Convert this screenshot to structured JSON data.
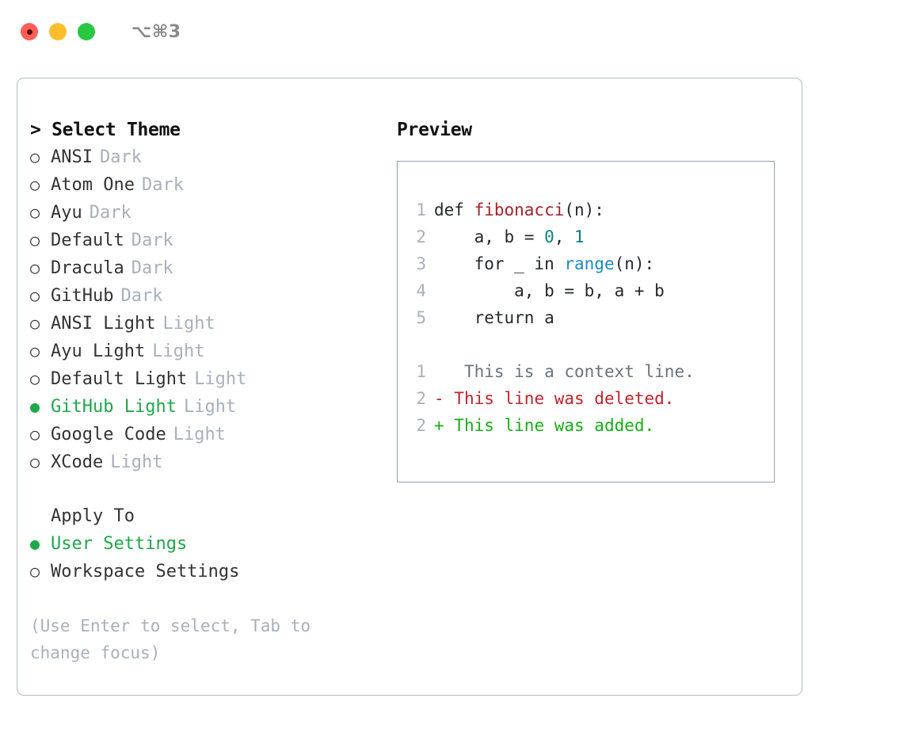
{
  "titlebar": {
    "shortcut": "⌥⌘3",
    "dots": [
      {
        "name": "close",
        "color": "#ff5f57"
      },
      {
        "name": "minimize",
        "color": "#ffbd2e"
      },
      {
        "name": "maximize",
        "color": "#28c840"
      }
    ]
  },
  "theme_picker": {
    "prompt": ">",
    "title": "Select Theme",
    "selected_index": 9,
    "bullet_selected": "●",
    "bullet_unselected": "○",
    "items": [
      {
        "label": "ANSI",
        "tag": "Dark",
        "selected": false
      },
      {
        "label": "Atom One",
        "tag": "Dark",
        "selected": false
      },
      {
        "label": "Ayu",
        "tag": "Dark",
        "selected": false
      },
      {
        "label": "Default",
        "tag": "Dark",
        "selected": false
      },
      {
        "label": "Dracula",
        "tag": "Dark",
        "selected": false
      },
      {
        "label": "GitHub",
        "tag": "Dark",
        "selected": false
      },
      {
        "label": "ANSI Light",
        "tag": "Light",
        "selected": false
      },
      {
        "label": "Ayu Light",
        "tag": "Light",
        "selected": false
      },
      {
        "label": "Default Light",
        "tag": "Light",
        "selected": false
      },
      {
        "label": "GitHub Light",
        "tag": "Light",
        "selected": true
      },
      {
        "label": "Google Code",
        "tag": "Light",
        "selected": false
      },
      {
        "label": "XCode",
        "tag": "Light",
        "selected": false
      }
    ]
  },
  "apply_to": {
    "title": "Apply To",
    "items": [
      {
        "label": "User Settings",
        "selected": true
      },
      {
        "label": "Workspace Settings",
        "selected": false
      }
    ]
  },
  "hint": "(Use Enter to select, Tab to change focus)",
  "preview": {
    "title": "Preview",
    "code_lines": [
      {
        "num": "1",
        "tokens": [
          {
            "text": "def ",
            "type": "def"
          },
          {
            "text": "fibonacci",
            "type": "fn"
          },
          {
            "text": "(n):",
            "type": "plain"
          }
        ]
      },
      {
        "num": "2",
        "tokens": [
          {
            "text": "    a, b = ",
            "type": "plain"
          },
          {
            "text": "0",
            "type": "num"
          },
          {
            "text": ", ",
            "type": "plain"
          },
          {
            "text": "1",
            "type": "num"
          }
        ]
      },
      {
        "num": "3",
        "tokens": [
          {
            "text": "    for _ in ",
            "type": "plain"
          },
          {
            "text": "range",
            "type": "call"
          },
          {
            "text": "(n):",
            "type": "plain"
          }
        ]
      },
      {
        "num": "4",
        "tokens": [
          {
            "text": "        a, b = b, a + b",
            "type": "plain"
          }
        ]
      },
      {
        "num": "5",
        "tokens": [
          {
            "text": "    return a",
            "type": "plain"
          }
        ]
      }
    ],
    "diff_lines": [
      {
        "num": "1",
        "marker": " ",
        "text": "  This is a context line.",
        "type": "context"
      },
      {
        "num": "2",
        "marker": "-",
        "text": " This line was deleted.",
        "type": "deleted"
      },
      {
        "num": "2",
        "marker": "+",
        "text": " This line was added.",
        "type": "added"
      }
    ]
  },
  "colors": {
    "accent_green": "#1ea84a",
    "diff_add": "#13b013",
    "diff_del": "#c0232b",
    "muted": "#a8b0bd",
    "keyword_fn": "#a6232b",
    "number": "#0b7e83",
    "call": "#1b8ac4",
    "panel_border": "#b3bcc8",
    "preview_border": "#93a0b0"
  }
}
